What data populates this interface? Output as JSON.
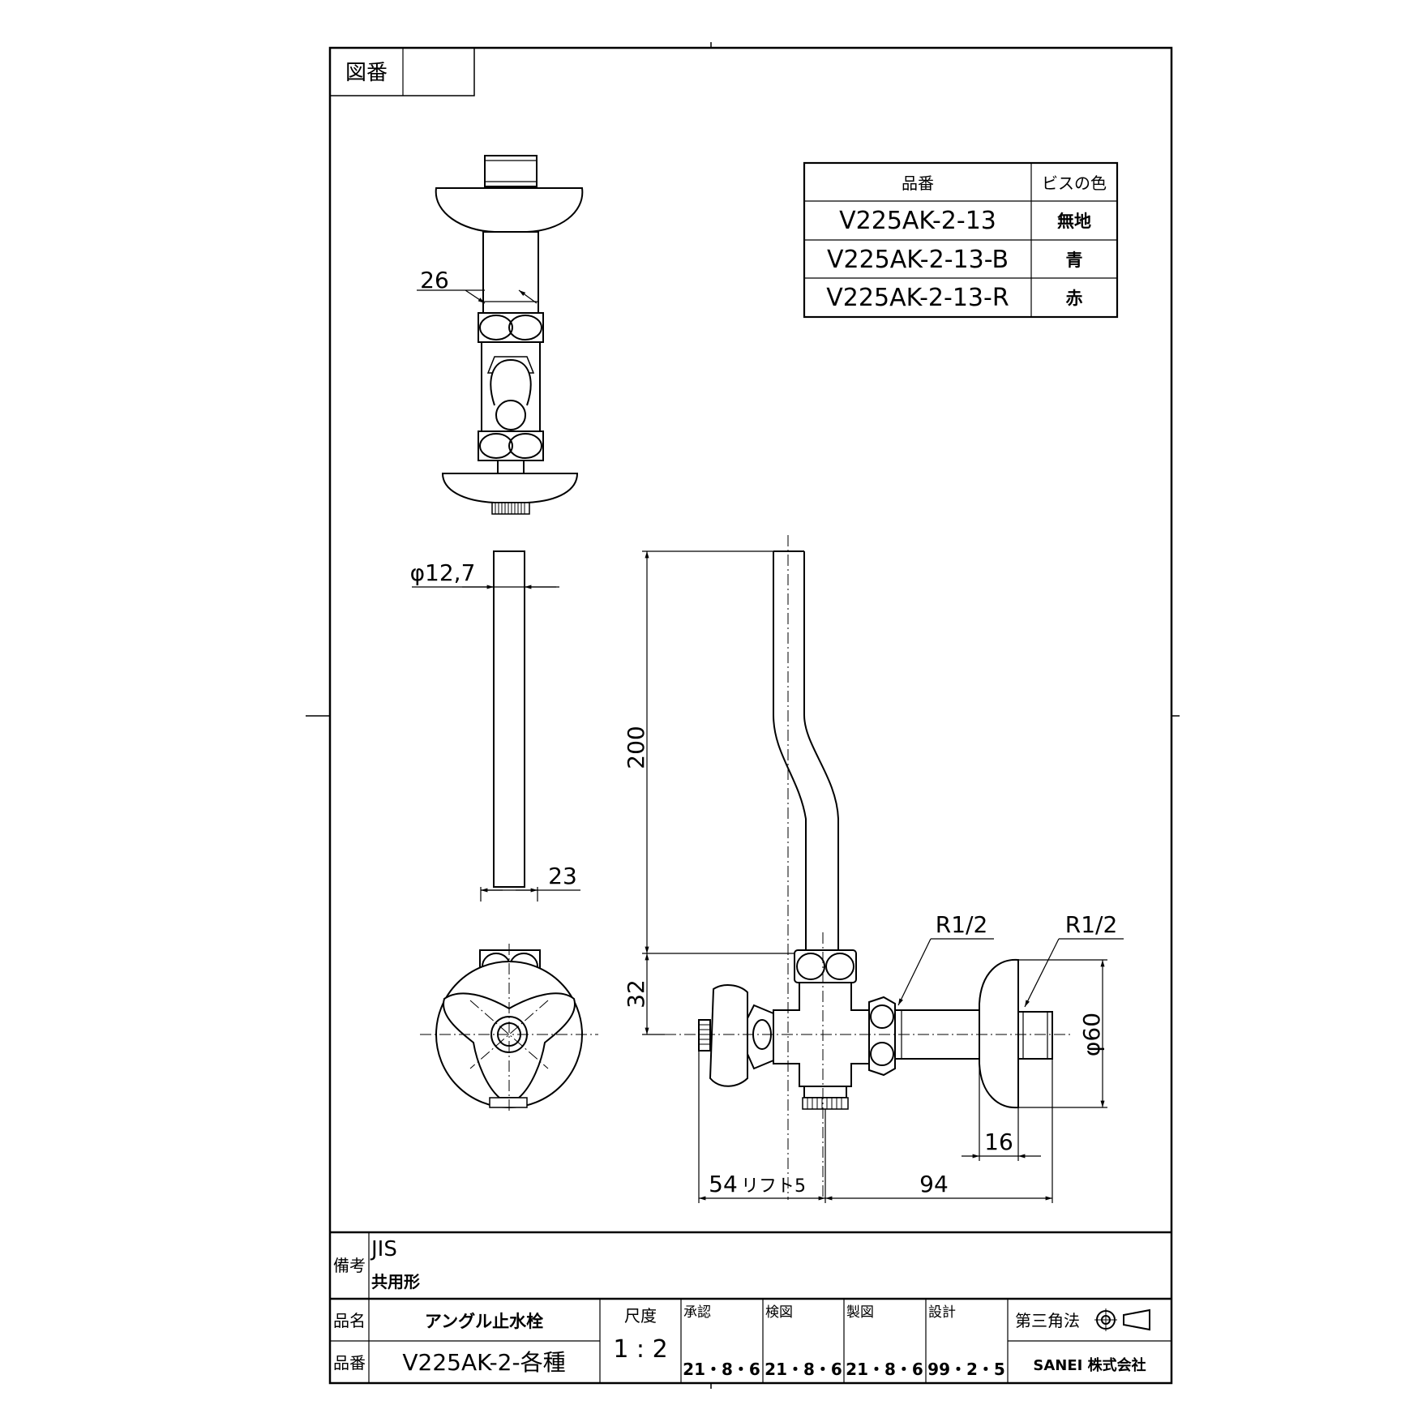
{
  "corner": {
    "label": "図番",
    "value": ""
  },
  "spec_table": {
    "headers": [
      "品番",
      "ビスの色"
    ],
    "rows": [
      {
        "part": "V225AK-2-13",
        "color": "無地"
      },
      {
        "part": "V225AK-2-13-B",
        "color": "青"
      },
      {
        "part": "V225AK-2-13-R",
        "color": "赤"
      }
    ]
  },
  "dimensions": {
    "d26": "26",
    "d12_7": "φ12,7",
    "d23": "23",
    "d200": "200",
    "d32": "32",
    "thread_left": "R1/2",
    "thread_right": "R1/2",
    "d60": "φ60",
    "d16": "16",
    "d54": "54",
    "lift": "リフト5",
    "d94": "94"
  },
  "notes": {
    "label": "備考",
    "line1": "JIS",
    "line2": "共用形"
  },
  "title_block": {
    "name_label": "品名",
    "name_value": "アングル止水栓",
    "number_label": "品番",
    "number_value": "V225AK-2-各種",
    "scale_label": "尺度",
    "scale_value": "1 : 2",
    "approve_label": "承認",
    "approve_date": "21・8・6",
    "check_label": "検図",
    "check_date": "21・8・6",
    "draw_label": "製図",
    "draw_date": "21・8・6",
    "design_label": "設計",
    "design_date": "99・2・5",
    "projection_label": "第三角法",
    "company": "SANEI 株式会社"
  }
}
